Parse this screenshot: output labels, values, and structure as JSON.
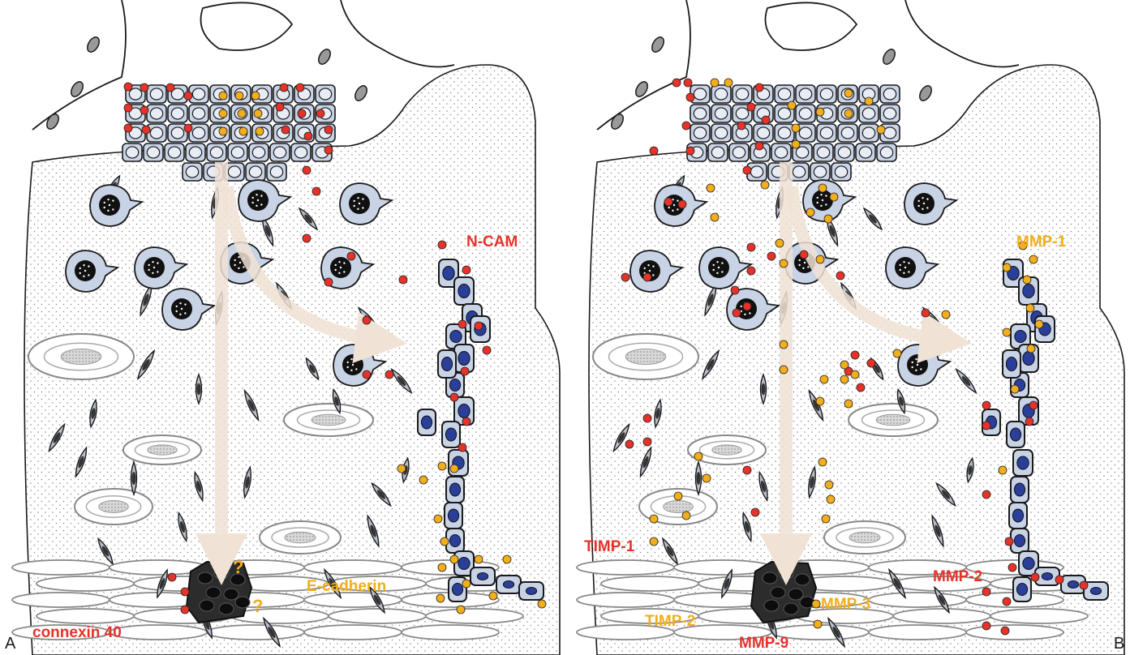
{
  "figure": {
    "panel_a": {
      "letter": "A",
      "labels": {
        "ncam": "N-CAM",
        "ecadherin": "E-cadherin",
        "connexin": "connexin 40",
        "question": "?"
      }
    },
    "panel_b": {
      "letter": "B",
      "labels": {
        "mmp1": "MMP-1",
        "mmp2": "MMP-2",
        "mmp3": "MMP-3",
        "mmp9": "MMP-9",
        "timp1": "TIMP-1",
        "timp2": "TIMP-2"
      }
    }
  },
  "colors": {
    "red_marker": "#e5332a",
    "yellow_marker": "#f2ae1c",
    "cell_fill": "#c9d3e6",
    "nucleus_blue": "#2a3f9a",
    "arrow": "#f0e2d5",
    "outline": "#1a1a1a"
  }
}
